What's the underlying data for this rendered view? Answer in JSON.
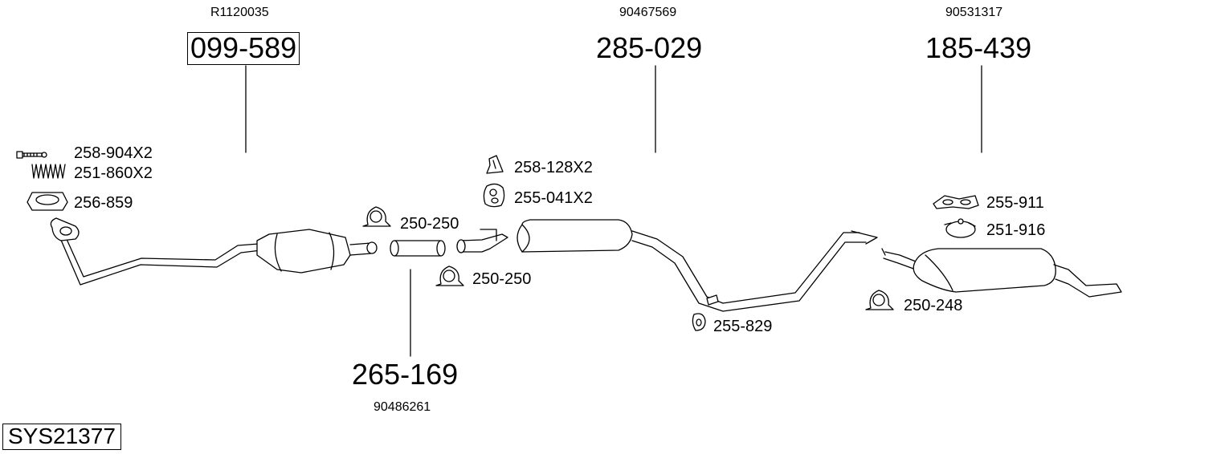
{
  "diagram": {
    "system_code": "SYS21377",
    "main_parts": [
      {
        "part": "099-589",
        "oem": "R1120035"
      },
      {
        "part": "285-029",
        "oem": "90467569"
      },
      {
        "part": "185-439",
        "oem": "90531317"
      },
      {
        "part": "265-169",
        "oem": "90486261"
      }
    ],
    "accessories": [
      "258-904X2",
      "251-860X2",
      "256-859",
      "250-250",
      "250-250",
      "258-128X2",
      "255-041X2",
      "255-829",
      "255-911",
      "251-916",
      "250-248"
    ]
  }
}
